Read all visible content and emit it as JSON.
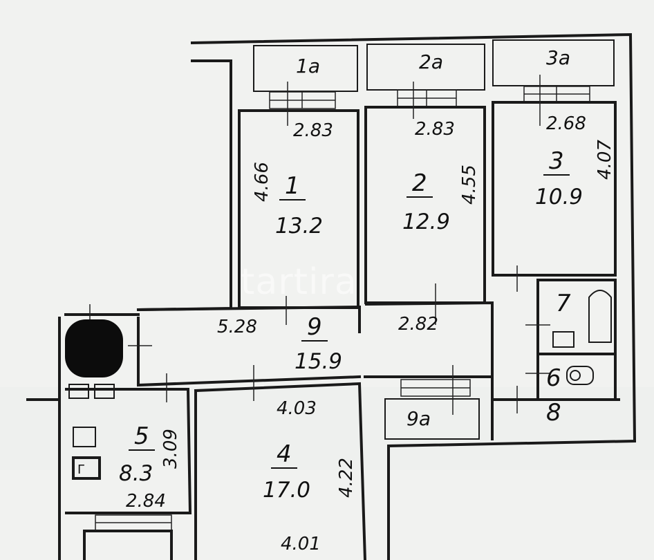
{
  "floorplan": {
    "watermark": "tartira",
    "rooms": [
      {
        "id": "1",
        "number": "1",
        "area": "13.2",
        "dims": [
          "2.83",
          "4.66"
        ]
      },
      {
        "id": "2",
        "number": "2",
        "area": "12.9",
        "dims": [
          "2.83",
          "4.55"
        ]
      },
      {
        "id": "3",
        "number": "3",
        "area": "10.9",
        "dims": [
          "2.68",
          "4.07"
        ]
      },
      {
        "id": "4",
        "number": "4",
        "area": "17.0",
        "dims": [
          "4.03",
          "4.22",
          "4.01"
        ]
      },
      {
        "id": "5",
        "number": "5",
        "area": "8.3",
        "dims": [
          "3.09",
          "2.84"
        ]
      },
      {
        "id": "6",
        "number": "6"
      },
      {
        "id": "7",
        "number": "7"
      },
      {
        "id": "8",
        "number": "8"
      },
      {
        "id": "9",
        "number": "9",
        "area": "15.9",
        "dims": [
          "5.28",
          "2.82"
        ]
      }
    ],
    "balconies": [
      "1a",
      "2a",
      "3a",
      "9a"
    ]
  }
}
